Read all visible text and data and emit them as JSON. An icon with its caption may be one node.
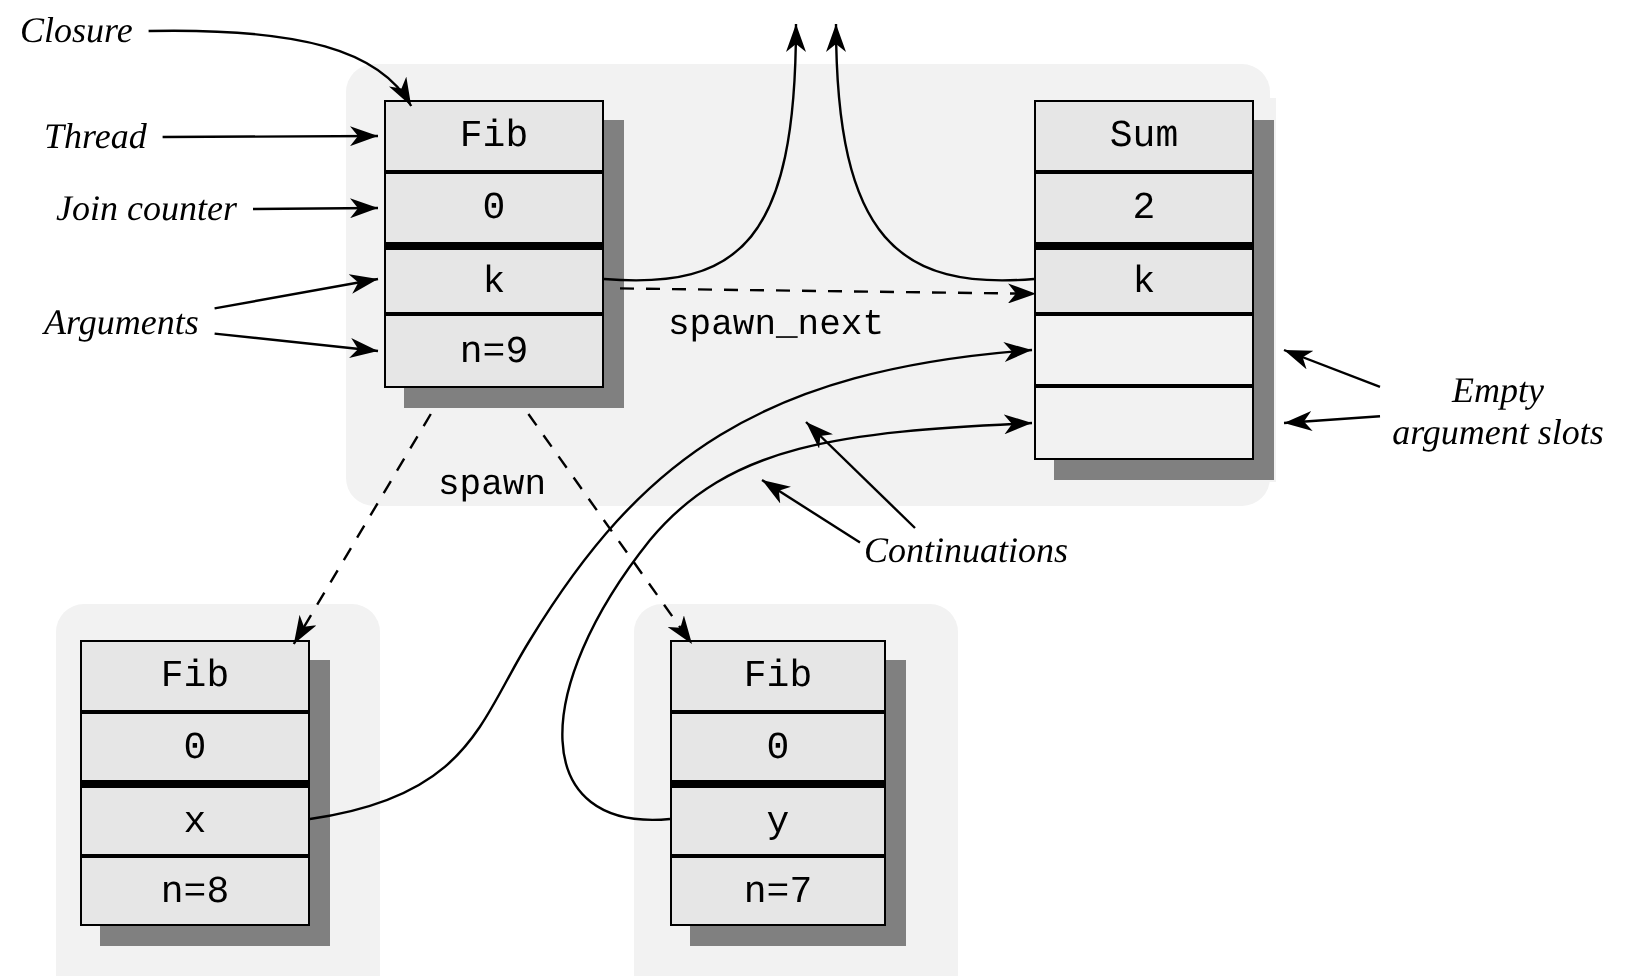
{
  "diagram": {
    "nodes": [
      {
        "text": [],
        "shape": "box"
      },
      {
        "text": [
          "Fib"
        ],
        "in": 0
      },
      {
        "text": [
          "0"
        ],
        "in": 0
      },
      {
        "text": [
          "k"
        ],
        "in": 0
      },
      {
        "text": [
          "n=9"
        ],
        "in": 0
      },
      {
        "text": [],
        "shape": "box"
      },
      {
        "text": [
          "Sum"
        ],
        "in": 5
      },
      {
        "text": [
          "2"
        ],
        "in": 5
      },
      {
        "text": [
          "k"
        ],
        "in": 5
      },
      {
        "text": [],
        "shape": "box",
        "in": 5
      },
      {
        "text": [],
        "shape": "box",
        "in": 5
      },
      {
        "text": [],
        "shape": "box"
      },
      {
        "text": [
          "Fib"
        ],
        "in": 11
      },
      {
        "text": [
          "0"
        ],
        "in": 11
      },
      {
        "text": [
          "x"
        ],
        "in": 11
      },
      {
        "text": [
          "n=8"
        ],
        "in": 11
      },
      {
        "text": [],
        "shape": "box"
      },
      {
        "text": [
          "Fib"
        ],
        "in": 16
      },
      {
        "text": [
          "0"
        ],
        "in": 16
      },
      {
        "text": [
          "y"
        ],
        "in": 16
      },
      {
        "text": [
          "n=7"
        ],
        "in": 16
      },
      {
        "text": [
          "Closure"
        ]
      },
      {
        "text": [
          "Thread"
        ]
      },
      {
        "text": [
          "Join counter"
        ]
      },
      {
        "text": [
          "Arguments"
        ]
      },
      {
        "text": [
          "Empty argument slots"
        ]
      },
      {
        "text": [
          "Continuations"
        ]
      }
    ],
    "edges": [
      {
        "from": 21,
        "to": 0,
        "arrow": "to"
      },
      {
        "from": 22,
        "to": 1,
        "arrow": "to"
      },
      {
        "from": 23,
        "to": 2,
        "arrow": "to"
      },
      {
        "from": 24,
        "to": 3,
        "arrow": "to"
      },
      {
        "from": 24,
        "to": 4,
        "arrow": "to"
      },
      {
        "from": 3,
        "to": null,
        "arrow": "to"
      },
      {
        "from": 8,
        "to": null,
        "arrow": "to"
      },
      {
        "from": 0,
        "to": 5,
        "arrow": "to",
        "style": "dashed",
        "label": "spawn_next"
      },
      {
        "from": 0,
        "to": 11,
        "arrow": "to",
        "style": "dashed",
        "label": "spawn"
      },
      {
        "from": 0,
        "to": 16,
        "arrow": "to",
        "style": "dashed"
      },
      {
        "from": 14,
        "to": 9,
        "arrow": "to"
      },
      {
        "from": 19,
        "to": 10,
        "arrow": "to"
      },
      {
        "from": 25,
        "to": 9,
        "arrow": "to"
      },
      {
        "from": 25,
        "to": 10,
        "arrow": "to"
      },
      {
        "from": 26,
        "to": null,
        "arrow": "to"
      },
      {
        "from": 26,
        "to": null,
        "arrow": "to"
      }
    ]
  }
}
